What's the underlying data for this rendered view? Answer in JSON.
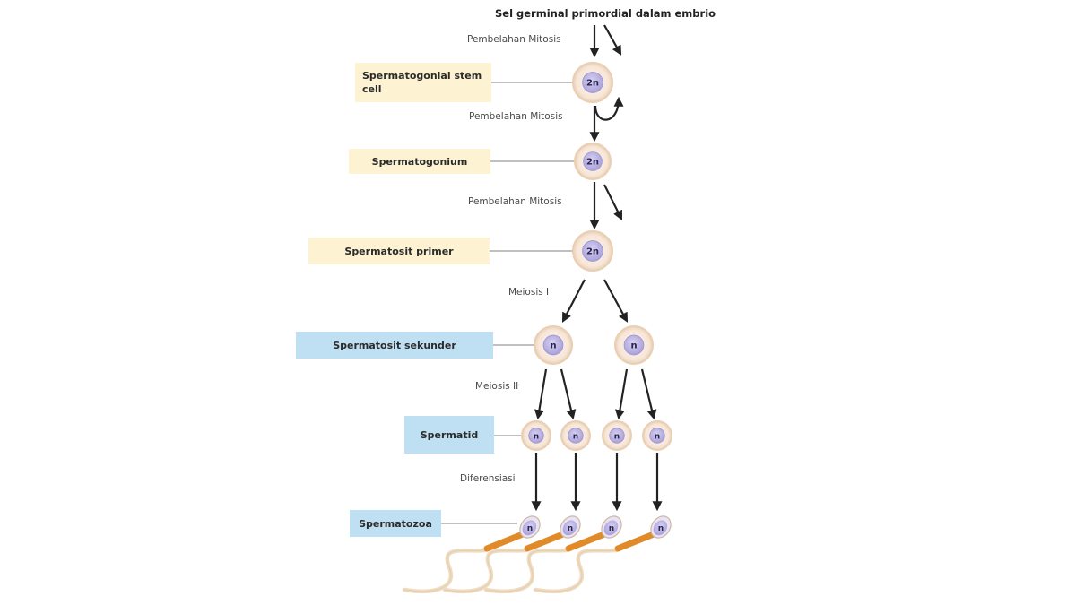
{
  "diagram": {
    "title": "Sel germinal primordial dalam embrio",
    "colors": {
      "stage_box_diploid": "#fdf2d2",
      "stage_box_haploid": "#bfe0f3",
      "cell_outer": "#f7e6d8",
      "cell_ring": "#e9cfb3",
      "nucleus": "#b9b2e0",
      "arrow": "#222222",
      "connector": "#9a9a9a",
      "sperm_midpiece": "#e08a2a",
      "sperm_tail": "#efdcc0"
    },
    "stages": [
      {
        "id": "stem-cell",
        "label": "Spermatogonial stem cell",
        "ploidy": "2n",
        "count": 1
      },
      {
        "id": "spermatogonium",
        "label": "Spermatogonium",
        "ploidy": "2n",
        "count": 1
      },
      {
        "id": "primary",
        "label": "Spermatosit primer",
        "ploidy": "2n",
        "count": 1
      },
      {
        "id": "secondary",
        "label": "Spermatosit sekunder",
        "ploidy": "n",
        "count": 2
      },
      {
        "id": "spermatid",
        "label": "Spermatid",
        "ploidy": "n",
        "count": 4
      },
      {
        "id": "spermatozoa",
        "label": "Spermatozoa",
        "ploidy": "n",
        "count": 4
      }
    ],
    "processes": [
      "Pembelahan Mitosis",
      "Pembelahan Mitosis",
      "Pembelahan Mitosis",
      "Meiosis I",
      "Meiosis II",
      "Diferensiasi"
    ],
    "ploidy_labels": {
      "diploid": "2n",
      "haploid": "n"
    }
  }
}
